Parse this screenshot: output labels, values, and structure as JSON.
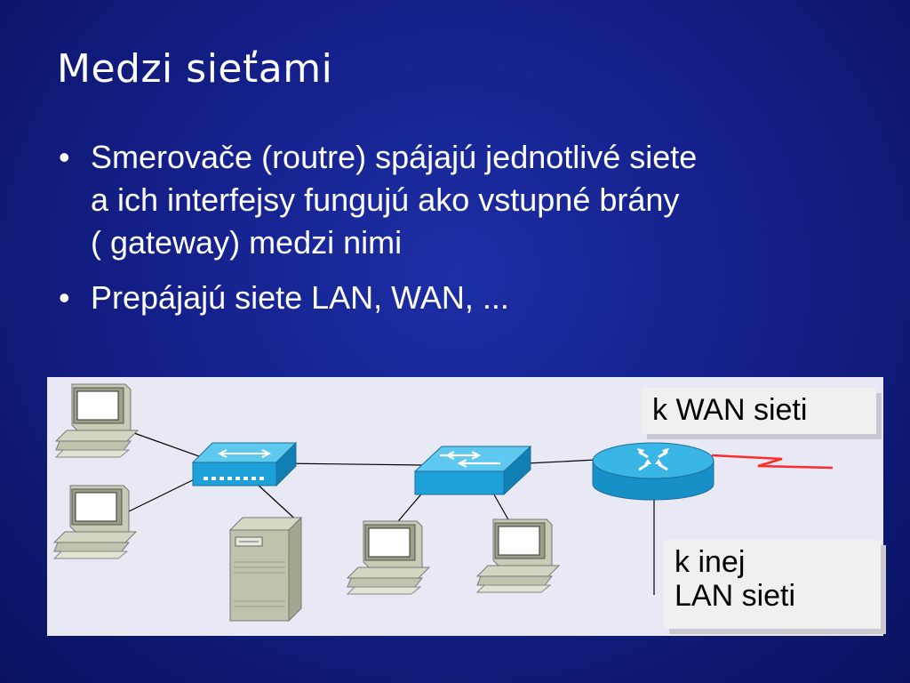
{
  "slide": {
    "title": "Medzi sieťami",
    "bullets": [
      {
        "lines": [
          "Smerovače (routre) spájajú jednotlivé siete",
          "a ich interfejsy fungujú ako vstupné brány",
          "( gateway) medzi nimi"
        ]
      },
      {
        "lines": [
          "Prepájajú siete LAN, WAN, ..."
        ]
      }
    ],
    "bullet_symbol": "•"
  },
  "diagram": {
    "background": "#e9e9f5",
    "device_color": "#21a8de",
    "wan_link_color": "#ff2a2a",
    "icons": [
      "computer-icon",
      "computer-icon",
      "hub-icon",
      "switch-icon",
      "server-icon",
      "computer-icon",
      "computer-icon",
      "router-icon"
    ],
    "callouts": {
      "wan": "k WAN sieti",
      "lan": [
        "k inej",
        "LAN sieti"
      ]
    }
  }
}
